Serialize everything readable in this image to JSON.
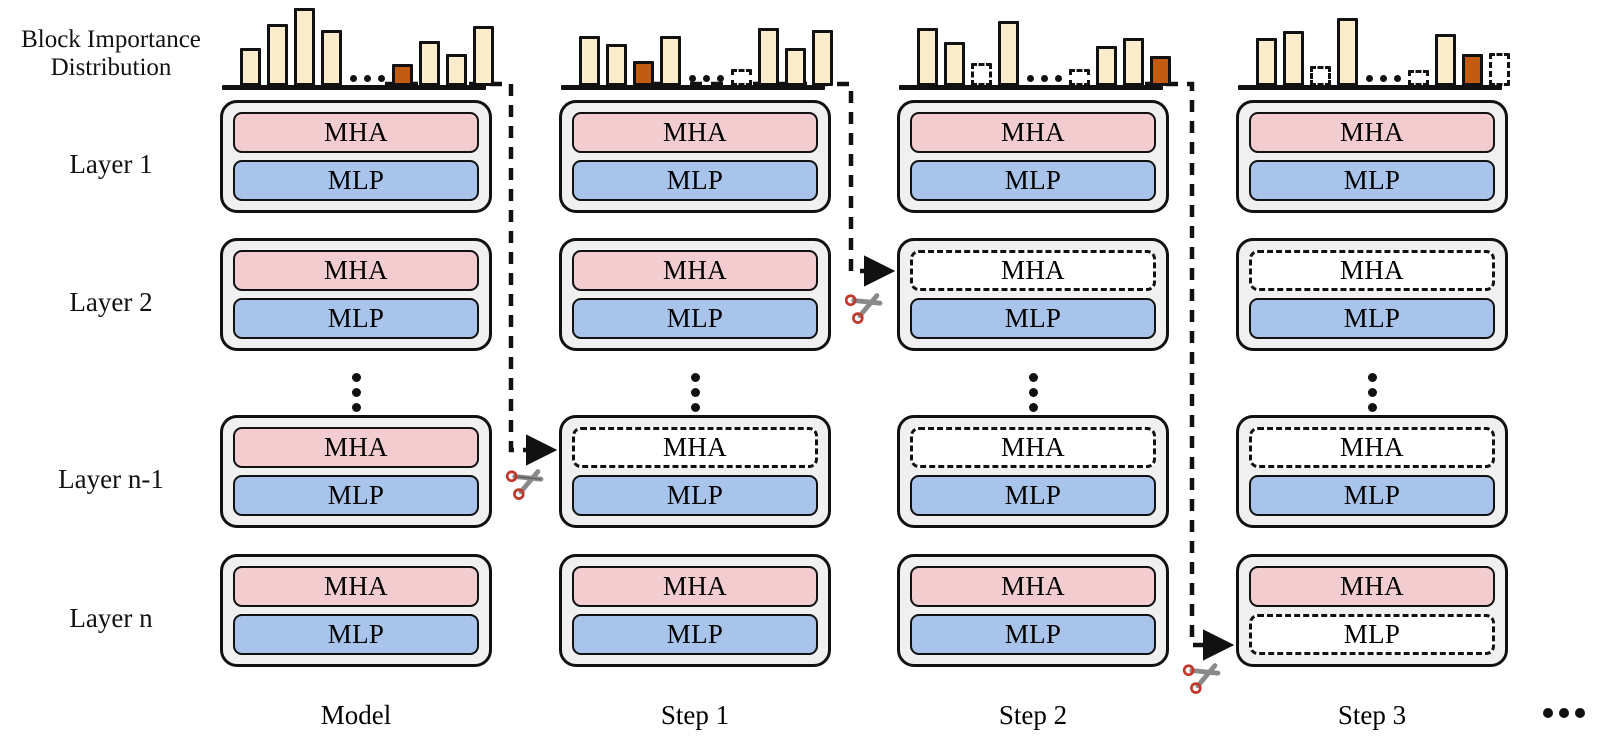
{
  "labels": {
    "block_importance": "Block Importance\nDistribution",
    "block_importance_line1": "Block Importance",
    "block_importance_line2": "Distribution",
    "rows": [
      "Layer 1",
      "Layer 2",
      "Layer n-1",
      "Layer n"
    ],
    "vertical_ellipsis": "⋮",
    "trailing_ellipsis": "..."
  },
  "colors": {
    "mha": "#f2ccce",
    "mlp": "#a8c4ea",
    "bar_normal": "#fbeccb",
    "bar_selected": "#c35a11",
    "block_bg": "#f0f0f0",
    "outline": "#111111",
    "scissors_handle": "#c0392b",
    "scissors_blade": "#8a8a8a"
  },
  "sub_labels": {
    "mha": "MHA",
    "mlp": "MLP"
  },
  "columns": [
    {
      "caption": "Model",
      "histogram": {
        "bars": [
          {
            "h": 38,
            "state": "normal"
          },
          {
            "h": 62,
            "state": "normal"
          },
          {
            "h": 78,
            "state": "normal"
          },
          {
            "h": 56,
            "state": "normal"
          },
          {
            "h": 0,
            "state": "ellipsis"
          },
          {
            "h": 22,
            "state": "selected"
          },
          {
            "h": 45,
            "state": "normal"
          },
          {
            "h": 32,
            "state": "normal"
          },
          {
            "h": 60,
            "state": "normal"
          }
        ],
        "selected_index": 5
      },
      "layers": [
        {
          "name": "Layer 1",
          "mha": "active",
          "mlp": "active"
        },
        {
          "name": "Layer 2",
          "mha": "active",
          "mlp": "active"
        },
        {
          "name": "Layer n-1",
          "mha": "active",
          "mlp": "active"
        },
        {
          "name": "Layer n",
          "mha": "active",
          "mlp": "active"
        }
      ]
    },
    {
      "caption": "Step 1",
      "histogram": {
        "bars": [
          {
            "h": 50,
            "state": "normal"
          },
          {
            "h": 42,
            "state": "normal"
          },
          {
            "h": 25,
            "state": "selected"
          },
          {
            "h": 50,
            "state": "normal"
          },
          {
            "h": 0,
            "state": "ellipsis"
          },
          {
            "h": 17,
            "state": "pruned"
          },
          {
            "h": 58,
            "state": "normal"
          },
          {
            "h": 38,
            "state": "normal"
          },
          {
            "h": 56,
            "state": "normal"
          }
        ],
        "selected_index": 2
      },
      "layers": [
        {
          "name": "Layer 1",
          "mha": "active",
          "mlp": "active"
        },
        {
          "name": "Layer 2",
          "mha": "active",
          "mlp": "active"
        },
        {
          "name": "Layer n-1",
          "mha": "pruned",
          "mlp": "active"
        },
        {
          "name": "Layer n",
          "mha": "active",
          "mlp": "active"
        }
      ]
    },
    {
      "caption": "Step 2",
      "histogram": {
        "bars": [
          {
            "h": 58,
            "state": "normal"
          },
          {
            "h": 44,
            "state": "normal"
          },
          {
            "h": 23,
            "state": "pruned"
          },
          {
            "h": 65,
            "state": "normal"
          },
          {
            "h": 0,
            "state": "ellipsis"
          },
          {
            "h": 17,
            "state": "pruned"
          },
          {
            "h": 40,
            "state": "normal"
          },
          {
            "h": 48,
            "state": "normal"
          },
          {
            "h": 30,
            "state": "selected"
          }
        ],
        "selected_index": 8
      },
      "layers": [
        {
          "name": "Layer 1",
          "mha": "active",
          "mlp": "active"
        },
        {
          "name": "Layer 2",
          "mha": "pruned",
          "mlp": "active"
        },
        {
          "name": "Layer n-1",
          "mha": "pruned",
          "mlp": "active"
        },
        {
          "name": "Layer n",
          "mha": "active",
          "mlp": "active"
        }
      ]
    },
    {
      "caption": "Step 3",
      "histogram": {
        "bars": [
          {
            "h": 48,
            "state": "normal"
          },
          {
            "h": 55,
            "state": "normal"
          },
          {
            "h": 20,
            "state": "pruned"
          },
          {
            "h": 68,
            "state": "normal"
          },
          {
            "h": 0,
            "state": "ellipsis"
          },
          {
            "h": 16,
            "state": "pruned"
          },
          {
            "h": 52,
            "state": "normal"
          },
          {
            "h": 32,
            "state": "selected"
          },
          {
            "h": 33,
            "state": "pruned"
          }
        ],
        "selected_index": 7
      },
      "layers": [
        {
          "name": "Layer 1",
          "mha": "active",
          "mlp": "active"
        },
        {
          "name": "Layer 2",
          "mha": "pruned",
          "mlp": "active"
        },
        {
          "name": "Layer n-1",
          "mha": "pruned",
          "mlp": "active"
        },
        {
          "name": "Layer n",
          "mha": "active",
          "mlp": "pruned"
        }
      ]
    }
  ],
  "connectors": [
    {
      "from_column": 0,
      "to_column": 1,
      "to_layer": "Layer n-1",
      "to_sub": "MHA"
    },
    {
      "from_column": 1,
      "to_column": 2,
      "to_layer": "Layer 2",
      "to_sub": "MHA"
    },
    {
      "from_column": 2,
      "to_column": 3,
      "to_layer": "Layer n",
      "to_sub": "MLP"
    }
  ],
  "scissors": [
    {
      "near_column": 1,
      "near_layer": "Layer n-1"
    },
    {
      "near_column": 2,
      "near_layer": "Layer 2"
    },
    {
      "near_column": 3,
      "near_layer": "Layer n"
    }
  ]
}
